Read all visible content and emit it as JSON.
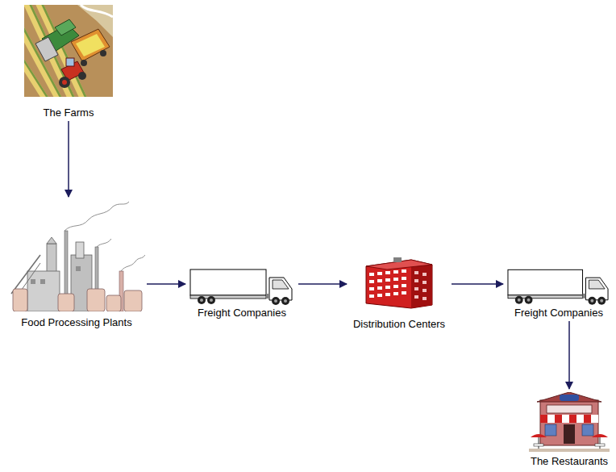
{
  "diagram": {
    "nodes": [
      {
        "text": [
          "The Farms"
        ]
      },
      {
        "text": [
          "Food Processing Plants"
        ]
      },
      {
        "text": [
          "Freight Companies"
        ]
      },
      {
        "text": [
          "Distribution Centers"
        ]
      },
      {
        "text": [
          "Freight Companies"
        ]
      },
      {
        "text": [
          "The Restaurants"
        ]
      }
    ],
    "edges": [
      {
        "from": 0,
        "to": 1,
        "arrow": "to"
      },
      {
        "from": 1,
        "to": 2,
        "arrow": "to"
      },
      {
        "from": 2,
        "to": 3,
        "arrow": "to"
      },
      {
        "from": 3,
        "to": 4,
        "arrow": "to"
      },
      {
        "from": 4,
        "to": 5,
        "arrow": "to"
      }
    ]
  }
}
